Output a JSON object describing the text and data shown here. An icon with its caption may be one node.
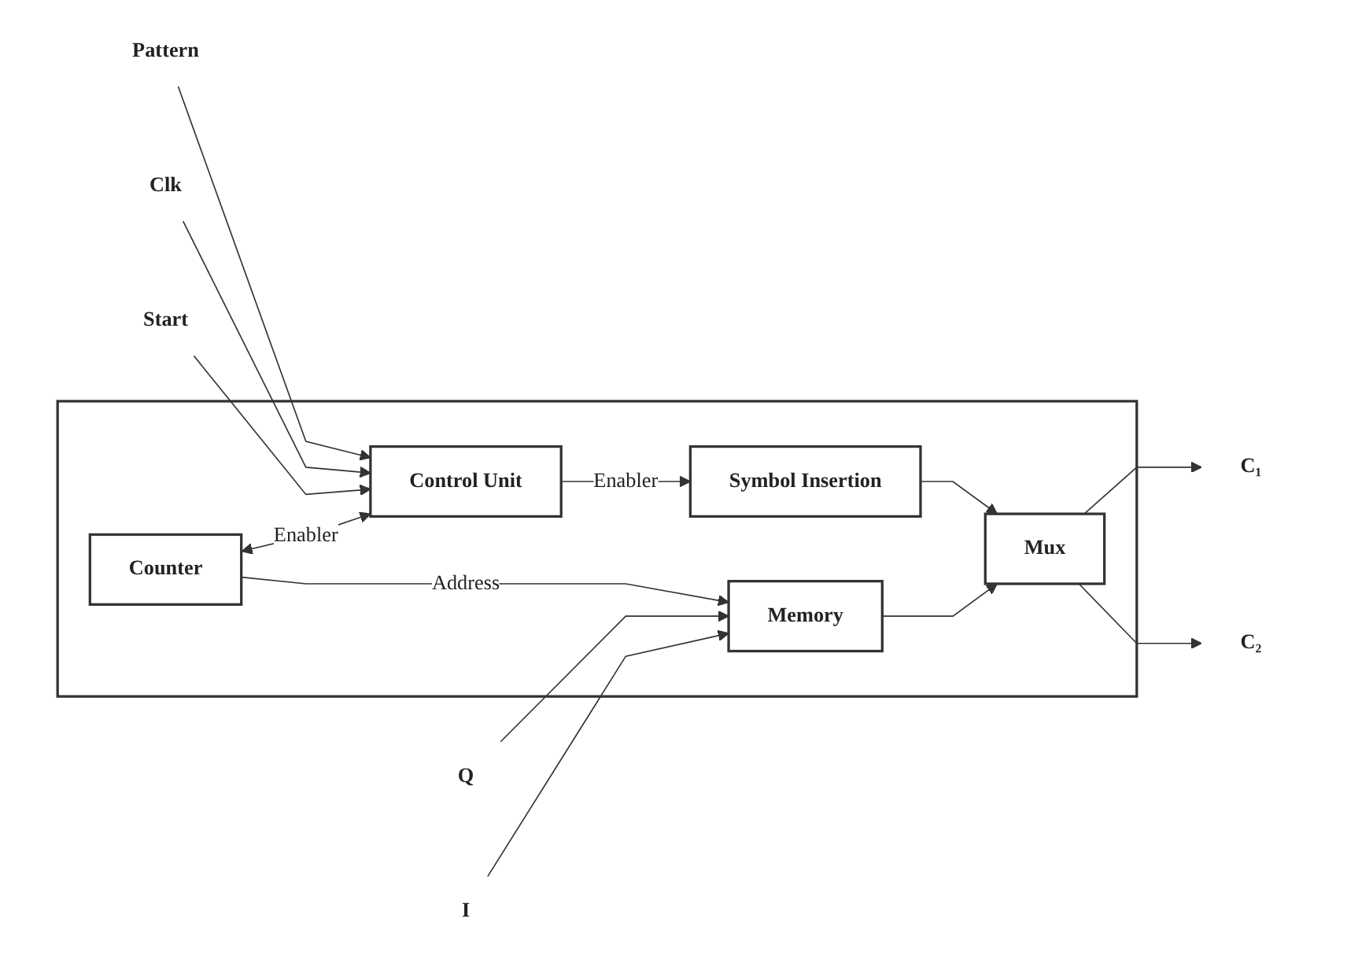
{
  "diagram": {
    "nodes": [
      {
        "text": [],
        "shape": "box"
      },
      {
        "text": [
          "Counter"
        ],
        "in": 0
      },
      {
        "text": [
          "Control Unit"
        ],
        "in": 0
      },
      {
        "text": [
          "Memory"
        ],
        "in": 0
      },
      {
        "text": [
          "Symbol Insertion"
        ],
        "in": 0
      },
      {
        "text": [
          "Mux"
        ],
        "in": 0
      },
      {
        "text": [
          "Pattern"
        ]
      },
      {
        "text": [
          "Clk"
        ]
      },
      {
        "text": [
          "Start"
        ]
      },
      {
        "text": [
          "Q"
        ]
      },
      {
        "text": [
          "I"
        ]
      },
      {
        "text": [
          "C₁"
        ]
      },
      {
        "text": [
          "C₂"
        ]
      }
    ],
    "edges": [
      {
        "from": 6,
        "to": 2,
        "arrow": "to"
      },
      {
        "from": 7,
        "to": 2,
        "arrow": "to"
      },
      {
        "from": 8,
        "to": 2,
        "arrow": "to"
      },
      {
        "from": 1,
        "to": 2,
        "arrow": "both",
        "label": "Enabler"
      },
      {
        "from": 1,
        "to": 3,
        "arrow": "to",
        "label": "Address"
      },
      {
        "from": 2,
        "to": 4,
        "arrow": "to",
        "label": "Enabler"
      },
      {
        "from": 9,
        "to": 3,
        "arrow": "to"
      },
      {
        "from": 10,
        "to": 3,
        "arrow": "to"
      },
      {
        "from": 4,
        "to": 5,
        "arrow": "to"
      },
      {
        "from": 3,
        "to": 5,
        "arrow": "to"
      },
      {
        "from": 5,
        "to": 11,
        "arrow": "to"
      },
      {
        "from": 5,
        "to": 12,
        "arrow": "to"
      }
    ]
  }
}
